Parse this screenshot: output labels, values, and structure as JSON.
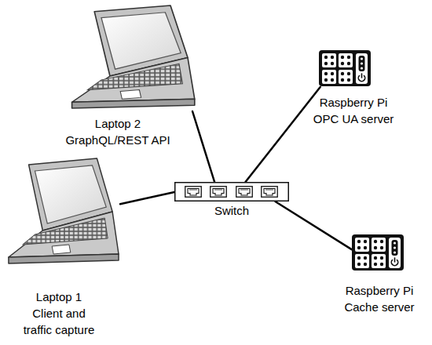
{
  "diagram": {
    "nodes": [
      {
        "text": [
          "Laptop 2",
          "GraphQL/REST API"
        ]
      },
      {
        "text": [
          "Raspberry Pi",
          "OPC UA server"
        ]
      },
      {
        "text": [
          "Switch"
        ]
      },
      {
        "text": [
          "Laptop 1",
          "Client and traffic capture"
        ]
      },
      {
        "text": [
          "Raspberry Pi",
          "Cache server"
        ]
      }
    ],
    "edges": [
      {
        "from": 0,
        "to": 2,
        "arrow": "none"
      },
      {
        "from": 1,
        "to": 2,
        "arrow": "none"
      },
      {
        "from": 3,
        "to": 2,
        "arrow": "none"
      },
      {
        "from": 2,
        "to": 4,
        "arrow": "none"
      }
    ]
  }
}
